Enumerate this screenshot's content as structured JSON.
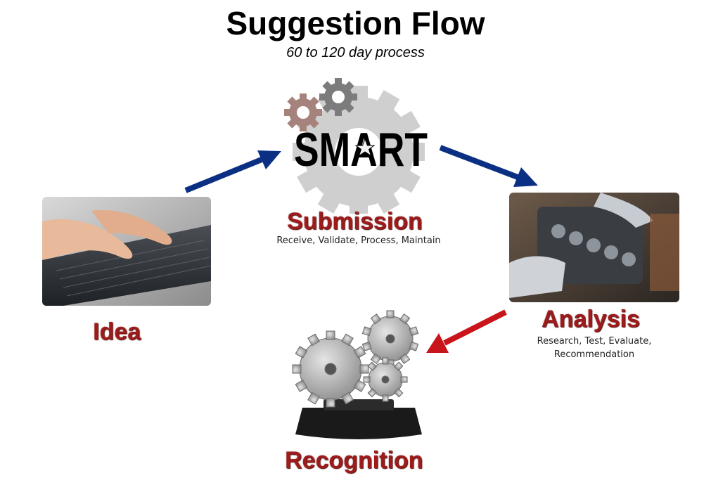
{
  "title": "Suggestion Flow",
  "subtitle": "60 to 120 day process",
  "logo_text": "SMART",
  "stages": {
    "submission": {
      "label": "Submission",
      "desc": "Receive, Validate, Process, Maintain"
    },
    "analysis": {
      "label": "Analysis",
      "desc_line1": "Research, Test, Evaluate,",
      "desc_line2": "Recommendation"
    },
    "recognition": {
      "label": "Recognition"
    },
    "idea": {
      "label": "Idea"
    }
  },
  "colors": {
    "label_red": "#9e1b1b",
    "arrow_blue": "#0b2f82",
    "arrow_red": "#c8141b"
  }
}
